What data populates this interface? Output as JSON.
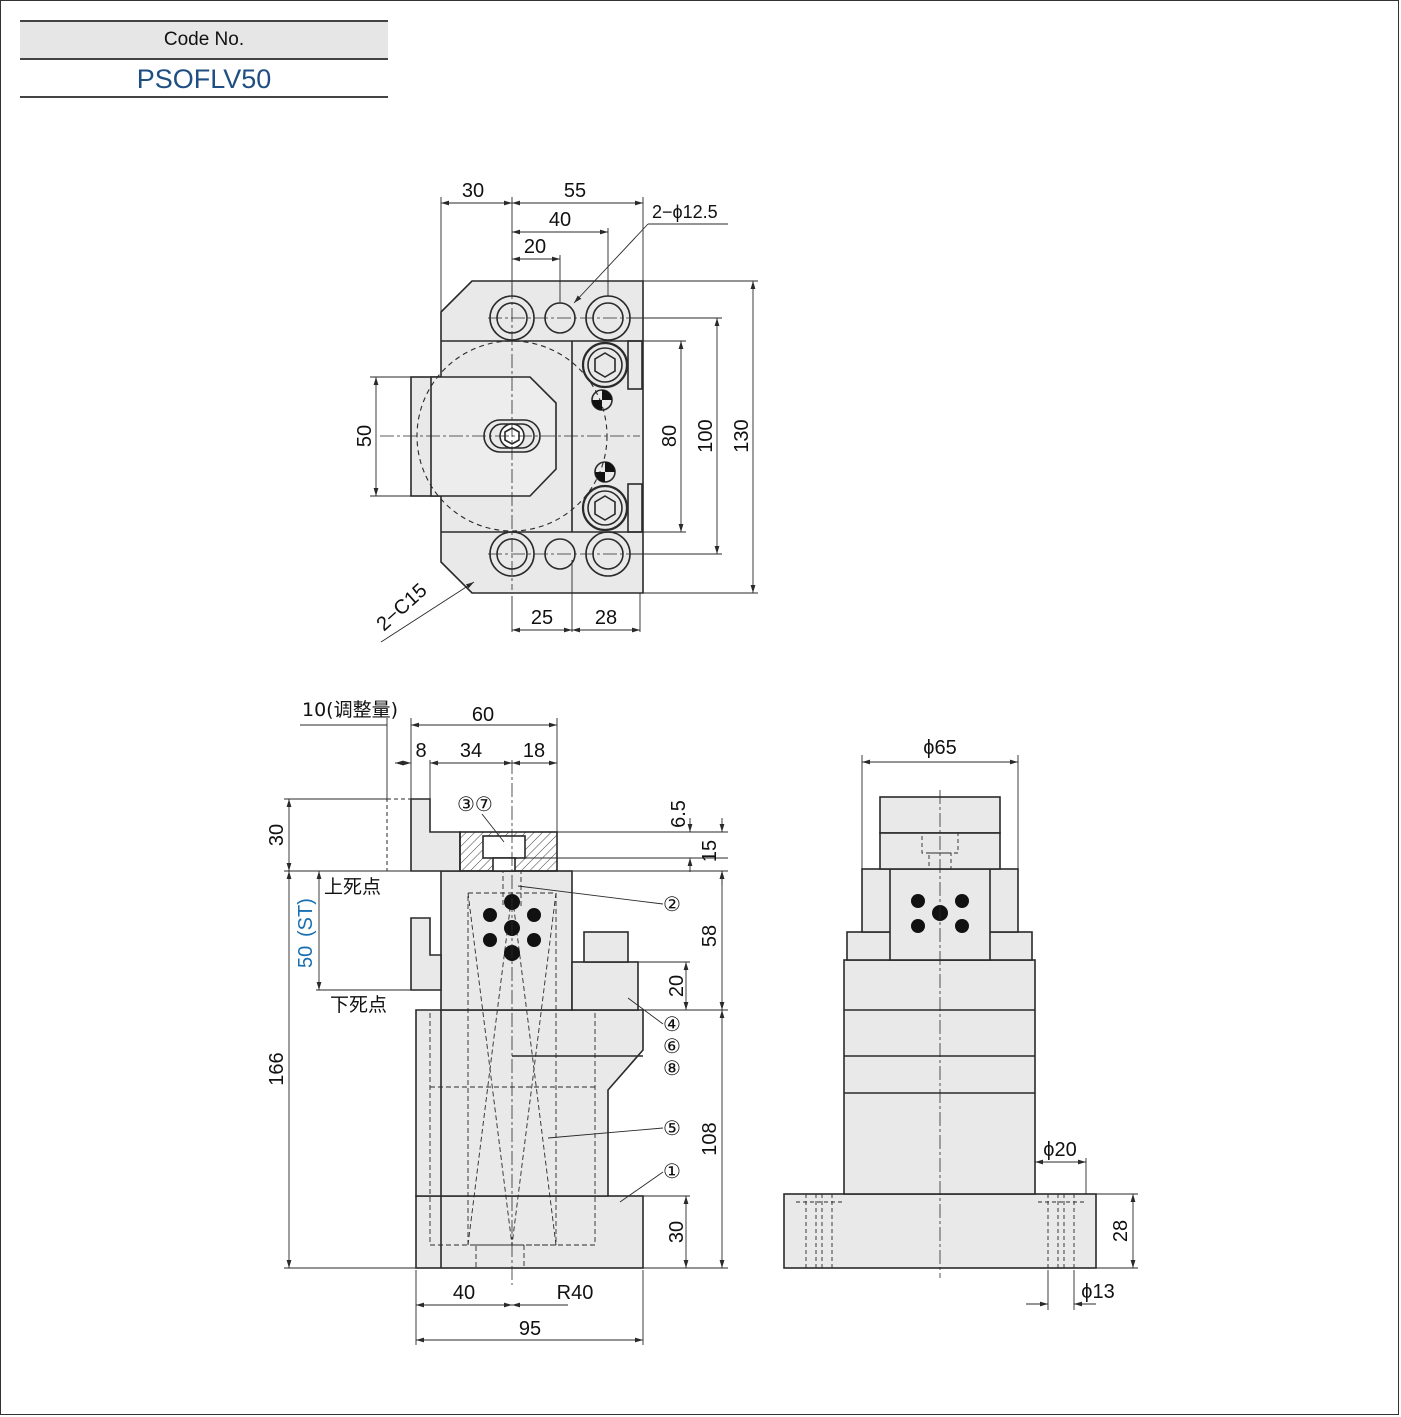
{
  "header": {
    "label": "Code No.",
    "code": "PSOFLV50"
  },
  "top_view": {
    "dims": {
      "d30": "30",
      "d55": "55",
      "d40": "40",
      "d20": "20",
      "holes": "2−ϕ12.5",
      "d50": "50",
      "d80": "80",
      "d100": "100",
      "d130": "130",
      "chamfer": "2−C15",
      "d25": "25",
      "d28": "28"
    }
  },
  "front_view": {
    "dims": {
      "adjust": "10(调整量)",
      "d60": "60",
      "d8": "8",
      "d34": "34",
      "d18": "18",
      "d30top": "30",
      "d6_5": "6.5",
      "d15": "15",
      "d58": "58",
      "d20": "20",
      "d166": "166",
      "d108": "108",
      "d30bot": "30",
      "d40": "40",
      "r40": "R40",
      "d95": "95",
      "st_value": "50",
      "st_label": "(ST)",
      "tdc": "上死点",
      "bdc": "下死点"
    },
    "callouts": {
      "c37": "③⑦",
      "c2": "②",
      "c4": "④",
      "c6": "⑥",
      "c8": "⑧",
      "c5": "⑤",
      "c1": "①"
    }
  },
  "side_view": {
    "dims": {
      "phi65": "ϕ65",
      "phi20": "ϕ20",
      "d28": "28",
      "phi13": "ϕ13"
    }
  },
  "colors": {
    "line": "#2a2a2a",
    "body_fill": "#e9e9e9",
    "accent": "#1f4f82",
    "st_blue": "#1a6fb0"
  }
}
